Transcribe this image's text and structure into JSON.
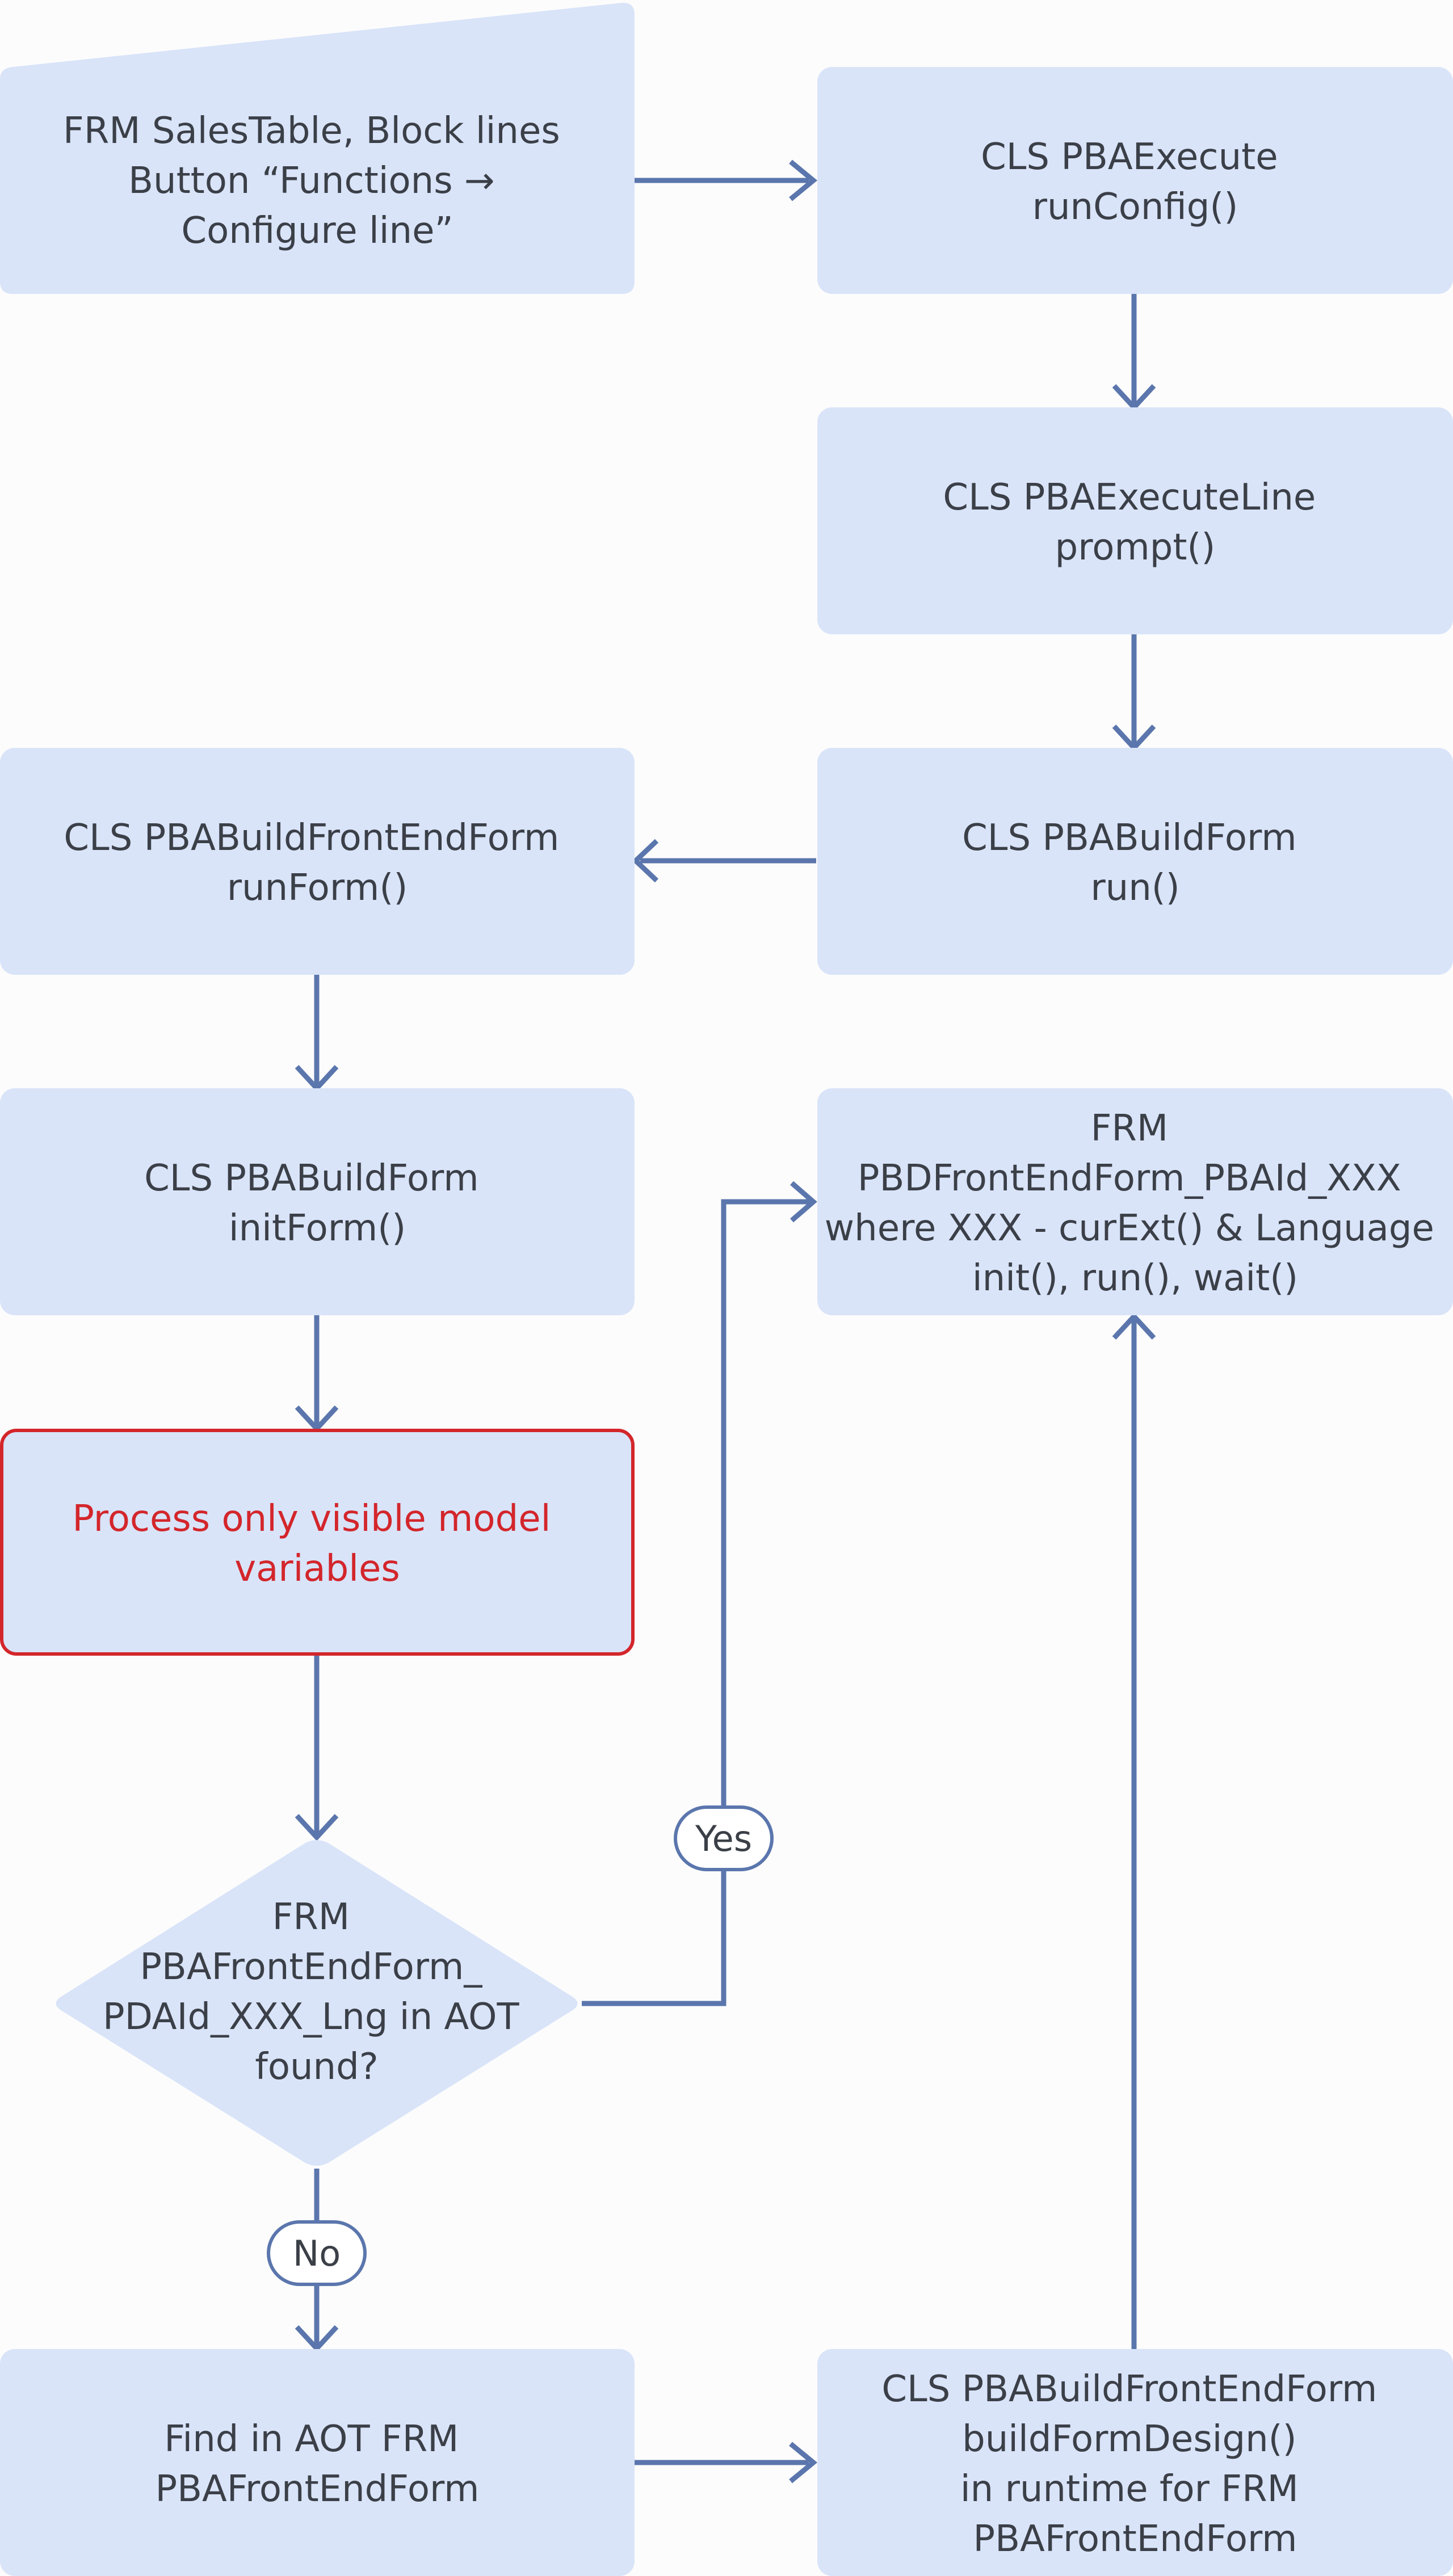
{
  "nodes": {
    "start": [
      "FRM SalesTable, Block lines",
      "Button “Functions →",
      "Configure line”"
    ],
    "execute": [
      "CLS PBAExecute",
      "runConfig()"
    ],
    "execute_line": [
      "CLS PBAExecuteLine",
      "prompt()"
    ],
    "build_form_run": [
      "CLS PBABuildForm",
      "run()"
    ],
    "frontend_run_form": [
      "CLS PBABuildFrontEndForm",
      "runForm()"
    ],
    "build_form_init": [
      "CLS PBABuildForm",
      "initForm()"
    ],
    "process_visible": [
      "Process only visible model",
      "variables"
    ],
    "decision": [
      "FRM",
      "PBAFrontEndForm_",
      "PDAId_XXX_Lng in AOT",
      "found?"
    ],
    "find_in_aot": [
      "Find in AOT FRM",
      "PBAFrontEndForm"
    ],
    "build_design": [
      "CLS PBABuildFrontEndForm",
      "buildFormDesign()",
      "in runtime for FRM",
      "PBAFrontEndForm"
    ],
    "frontend_form": [
      "FRM",
      "PBDFrontEndForm_PBAId_XXX",
      "where XXX - curExt() & Language",
      "init(), run(), wait()"
    ]
  },
  "edge_labels": {
    "yes": "Yes",
    "no": "No"
  },
  "colors": {
    "node_fill": "#d9e4f9",
    "edge": "#5b76ad",
    "text": "#3b3f47",
    "alert": "#d3262b",
    "background": "#fcfcfc"
  }
}
